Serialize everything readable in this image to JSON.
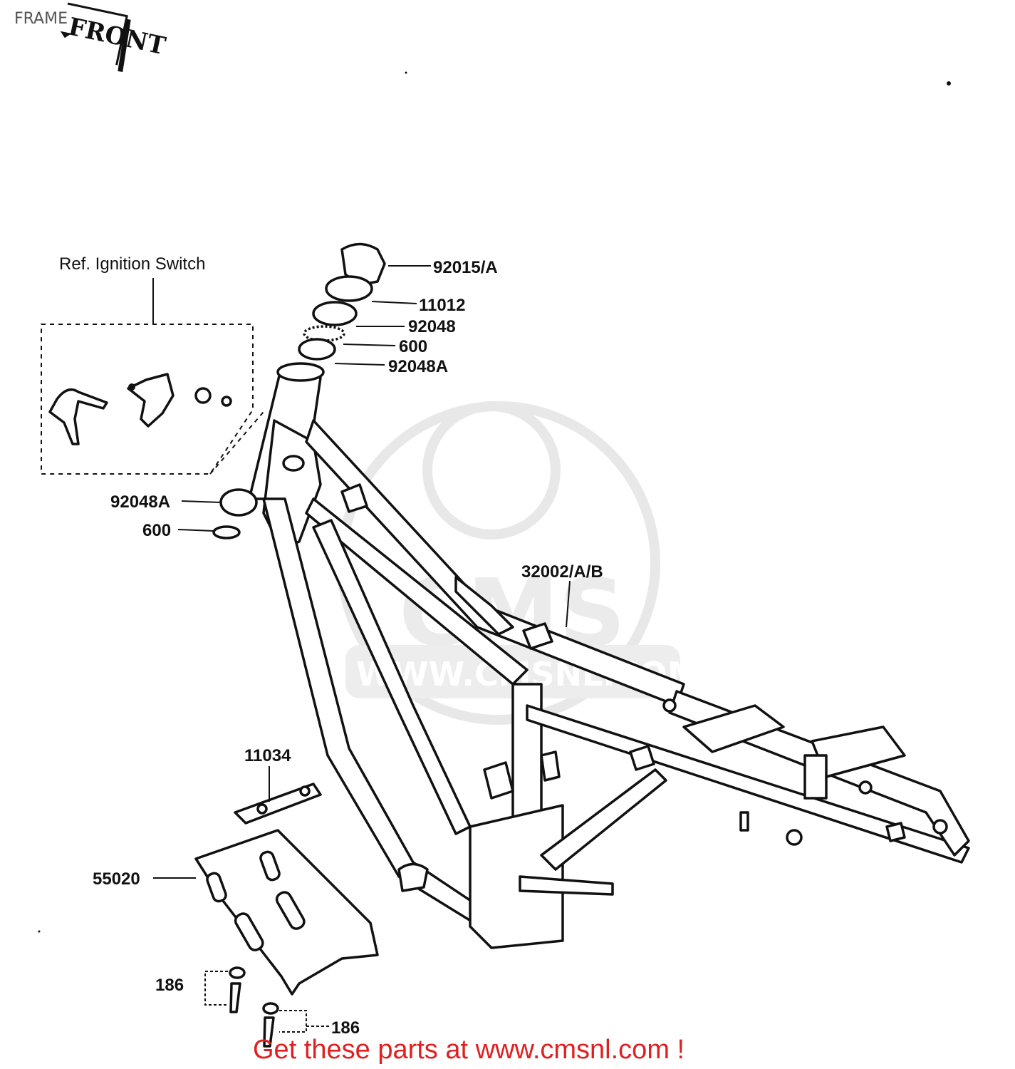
{
  "header": {
    "title": "FRAME"
  },
  "stamp": {
    "text": "FRONT"
  },
  "inset": {
    "label": "Ref. Ignition Switch"
  },
  "parts": {
    "p92015A": "92015/A",
    "p11012": "11012",
    "p92048": "92048",
    "p600_top": "600",
    "p92048A_top": "92048A",
    "p92048A_low": "92048A",
    "p600_low": "600",
    "p32002AB": "32002/A/B",
    "p11034": "11034",
    "p55020": "55020",
    "p186_left": "186",
    "p186_right": "186"
  },
  "watermark": {
    "text": "WWW.CMSNL.COM",
    "letters": "CMS"
  },
  "footer": {
    "text": "Get these parts at www.cmsnl.com !",
    "color": "#e02020"
  }
}
